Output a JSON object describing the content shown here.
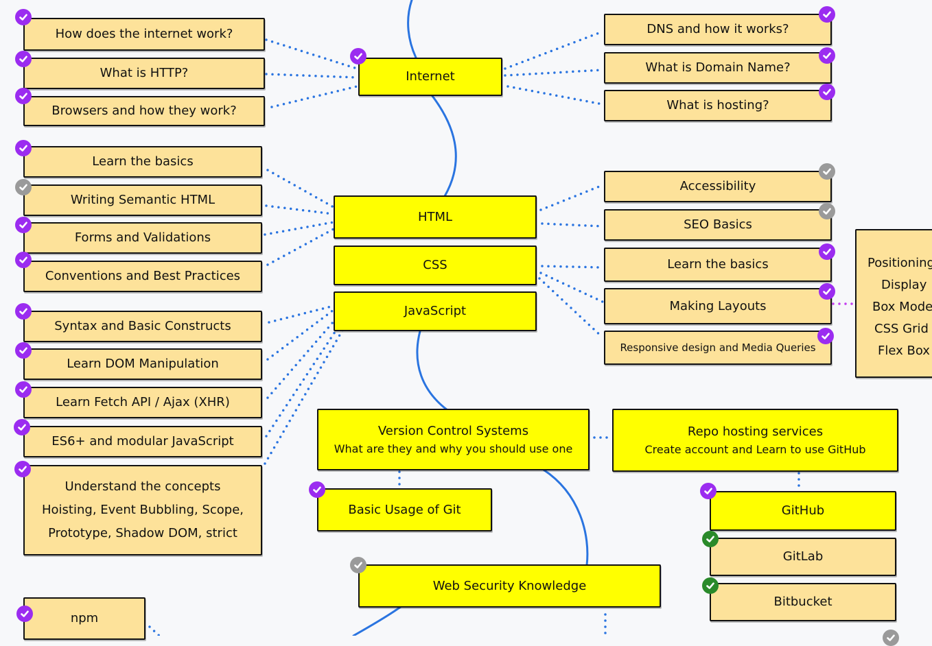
{
  "colors": {
    "topic": "#ffff00",
    "subtopic": "#fde29a",
    "spine": "#2a74e0",
    "link": "#2a74e0",
    "alt_link": "#c33cf0",
    "done": "#9b2cf0",
    "pending": "#9a9a9a",
    "alternative": "#2a8a2a"
  },
  "icons": {
    "done": "check-circle-icon",
    "pending": "check-circle-icon",
    "alternative": "check-circle-icon"
  },
  "internet": {
    "title": "Internet",
    "left": [
      "How does the internet work?",
      "What is HTTP?",
      "Browsers and how they work?"
    ],
    "right": [
      "DNS and how it works?",
      "What is Domain Name?",
      "What is hosting?"
    ]
  },
  "html": {
    "title": "HTML",
    "left": [
      "Learn the basics",
      "Writing Semantic HTML",
      "Forms and Validations",
      "Conventions and Best Practices"
    ],
    "right": [
      "Accessibility",
      "SEO Basics"
    ]
  },
  "css": {
    "title": "CSS",
    "right": [
      "Learn the basics",
      "Making Layouts",
      "Responsive design and Media Queries"
    ],
    "layouts": [
      "Positioning",
      "Display",
      "Box Model",
      "CSS Grid",
      "Flex Box"
    ]
  },
  "javascript": {
    "title": "JavaScript",
    "left": [
      "Syntax and Basic Constructs",
      "Learn DOM Manipulation",
      "Learn Fetch API / Ajax (XHR)",
      "ES6+ and modular JavaScript"
    ],
    "concepts": {
      "title": "Understand the concepts",
      "line1": "Hoisting, Event Bubbling, Scope,",
      "line2": "Prototype, Shadow DOM, strict"
    }
  },
  "vcs": {
    "title": "Version Control Systems",
    "subtitle": "What are they and why you should use one",
    "git": "Basic Usage of Git"
  },
  "repo": {
    "title": "Repo hosting services",
    "subtitle": "Create account and Learn to use GitHub",
    "items": [
      "GitHub",
      "GitLab",
      "Bitbucket"
    ]
  },
  "security": {
    "title": "Web Security Knowledge"
  },
  "npm": {
    "title": "npm"
  }
}
